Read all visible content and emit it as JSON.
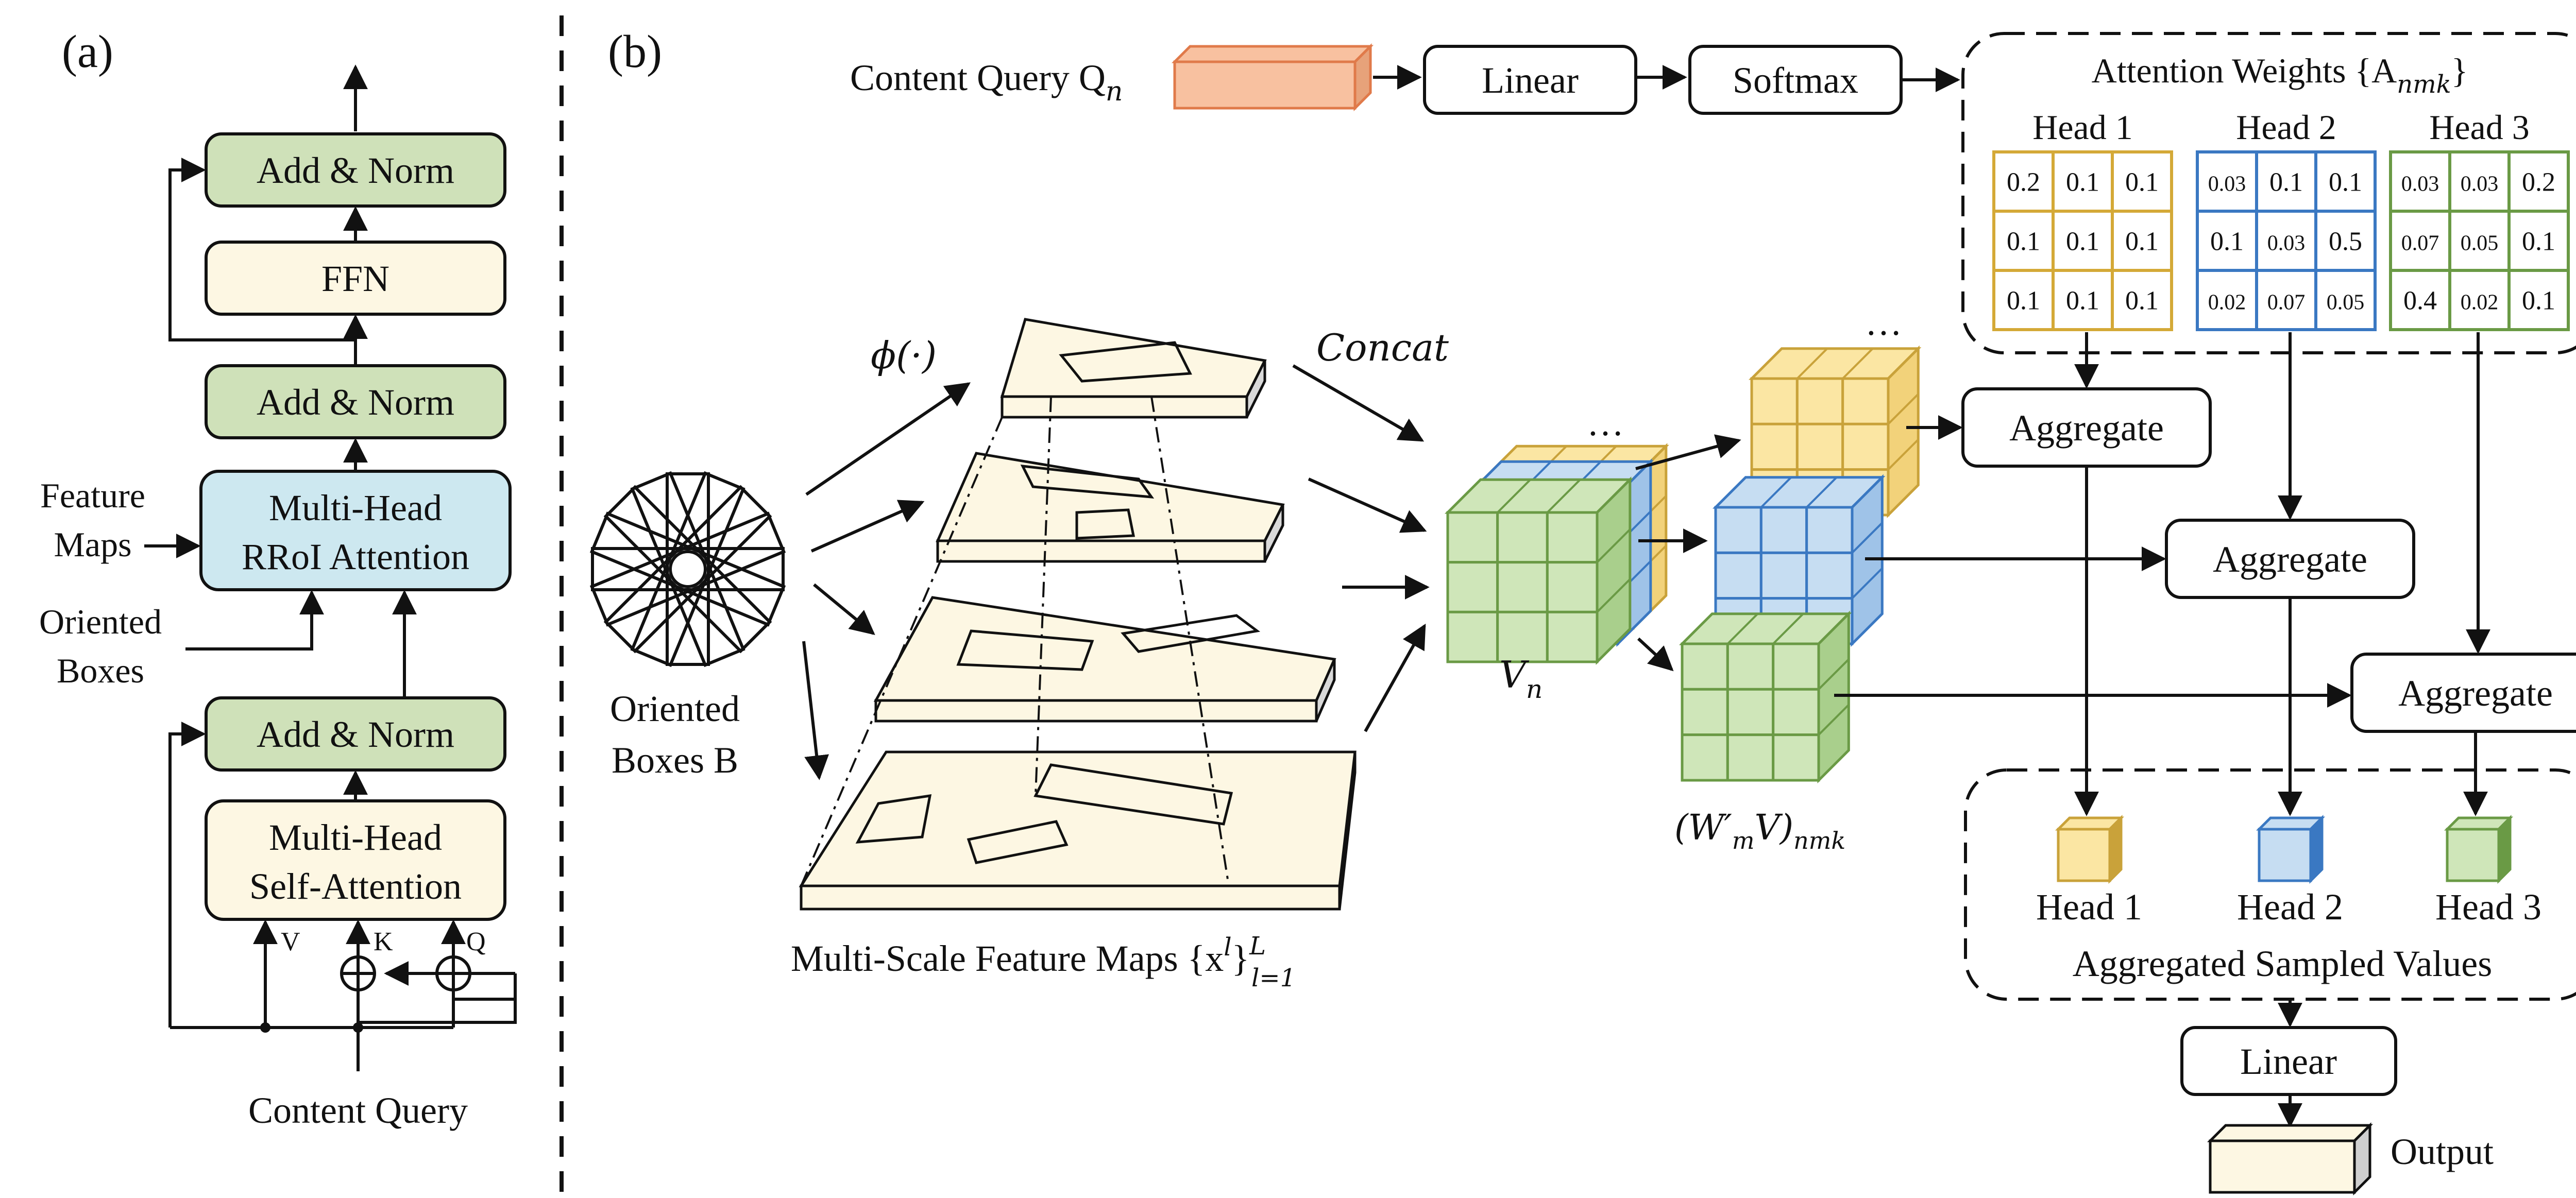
{
  "panel_a": {
    "label": "(a)",
    "add_norm_top": "Add & Norm",
    "ffn": "FFN",
    "add_norm_mid": "Add & Norm",
    "rroi_line1": "Multi-Head",
    "rroi_line2": "RRoI Attention",
    "feature_maps_line1": "Feature",
    "feature_maps_line2": "Maps",
    "oriented_boxes_line1": "Oriented",
    "oriented_boxes_line2": "Boxes",
    "add_norm_bottom": "Add & Norm",
    "self_attn_line1": "Multi-Head",
    "self_attn_line2": "Self-Attention",
    "v": "V",
    "k": "K",
    "q": "Q",
    "content_query": "Content Query"
  },
  "panel_b": {
    "label": "(b)",
    "content_query_label": "Content Query Q",
    "content_query_sub": "n",
    "linear_top": "Linear",
    "softmax": "Softmax",
    "attn_weights_title": "Attention Weights {A",
    "attn_weights_sub": "nmk",
    "attn_weights_close": "}",
    "heads": [
      {
        "name": "Head 1",
        "color": "#d4a937",
        "grid": [
          [
            "0.2",
            "0.1",
            "0.1"
          ],
          [
            "0.1",
            "0.1",
            "0.1"
          ],
          [
            "0.1",
            "0.1",
            "0.1"
          ]
        ]
      },
      {
        "name": "Head 2",
        "color": "#3a78c2",
        "grid": [
          [
            "0.03",
            "0.1",
            "0.1"
          ],
          [
            "0.1",
            "0.03",
            "0.5"
          ],
          [
            "0.02",
            "0.07",
            "0.05"
          ]
        ]
      },
      {
        "name": "Head 3",
        "color": "#6a9a45",
        "grid": [
          [
            "0.03",
            "0.03",
            "0.2"
          ],
          [
            "0.07",
            "0.05",
            "0.1"
          ],
          [
            "0.4",
            "0.02",
            "0.1"
          ]
        ]
      }
    ],
    "ellipsis": "…",
    "phi": "ϕ(·)",
    "concat": "Concat",
    "oriented_boxes_line1": "Oriented",
    "oriented_boxes_line2": "Boxes B",
    "msfm_label": "Multi-Scale Feature Maps {x",
    "msfm_sup": "l",
    "msfm_close": "}",
    "msfm_supL": "L",
    "msfm_sub": "l=1",
    "vn": "V",
    "vn_sub": "n",
    "wmv": "(W′",
    "wmv_sub_m": "m",
    "wmv_mid": "V)",
    "wmv_sub": "nmk",
    "aggregate": "Aggregate",
    "agg_heads": [
      "Head 1",
      "Head 2",
      "Head 3"
    ],
    "aggregated_sampled_values": "Aggregated Sampled Values",
    "linear_bottom": "Linear",
    "output": "Output"
  },
  "colors": {
    "green": "#cfe1b9",
    "green_stroke": "#6a9a45",
    "blue_box": "#cde8f0",
    "cream": "#fdf7e3",
    "salmon": "#f8c1a0",
    "salmon_stroke": "#e07a4a",
    "yellow_cube": "#fbe6a3",
    "blue_cube": "#c6ddf2",
    "green_cube": "#cfe6b9"
  }
}
